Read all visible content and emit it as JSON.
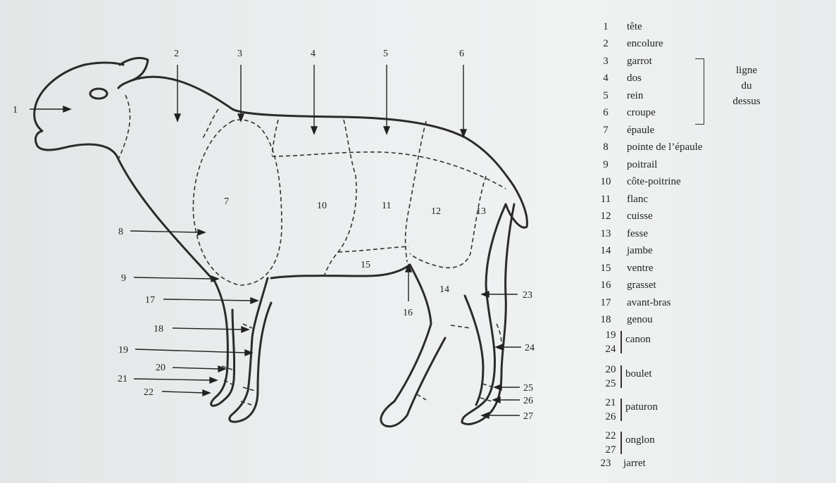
{
  "diagram": {
    "callouts": [
      "1",
      "2",
      "3",
      "4",
      "5",
      "6",
      "8",
      "9",
      "17",
      "18",
      "19",
      "20",
      "21",
      "22",
      "16",
      "23",
      "24",
      "25",
      "26",
      "27"
    ],
    "regions": [
      "7",
      "10",
      "11",
      "12",
      "13",
      "14",
      "15"
    ]
  },
  "legend": {
    "items": [
      {
        "num": "1",
        "term": "tête"
      },
      {
        "num": "2",
        "term": "encolure"
      },
      {
        "num": "3",
        "term": "garrot"
      },
      {
        "num": "4",
        "term": "dos"
      },
      {
        "num": "5",
        "term": "rein"
      },
      {
        "num": "6",
        "term": "croupe"
      },
      {
        "num": "7",
        "term": "épaule"
      },
      {
        "num": "8",
        "term": "pointe de l’épaule"
      },
      {
        "num": "9",
        "term": "poitrail"
      },
      {
        "num": "10",
        "term": "côte-poitrine"
      },
      {
        "num": "11",
        "term": "flanc"
      },
      {
        "num": "12",
        "term": "cuisse"
      },
      {
        "num": "13",
        "term": "fesse"
      },
      {
        "num": "14",
        "term": "jambe"
      },
      {
        "num": "15",
        "term": "ventre"
      },
      {
        "num": "16",
        "term": "grasset"
      },
      {
        "num": "17",
        "term": "avant-bras"
      },
      {
        "num": "18",
        "term": "genou"
      }
    ],
    "group_label": [
      "ligne",
      "du",
      "dessus"
    ],
    "pairs": [
      {
        "top": "19",
        "bottom": "24",
        "term": "canon"
      },
      {
        "top": "20",
        "bottom": "25",
        "term": "boulet"
      },
      {
        "top": "21",
        "bottom": "26",
        "term": "paturon"
      },
      {
        "top": "22",
        "bottom": "27",
        "term": "onglon"
      }
    ],
    "last": {
      "num": "23",
      "term": "jarret"
    }
  }
}
